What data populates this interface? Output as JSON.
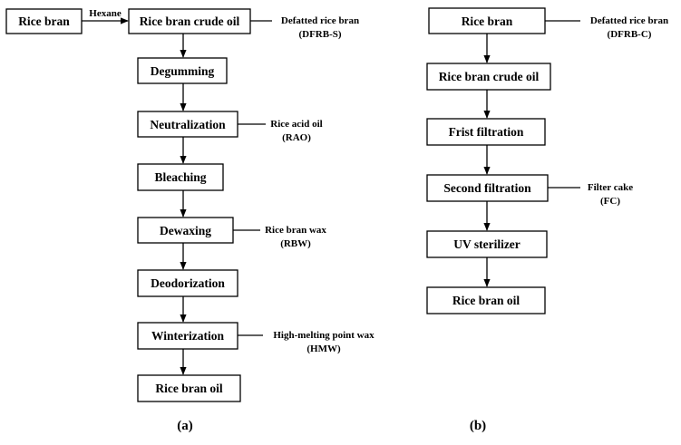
{
  "diagram_a": {
    "caption": "(a)",
    "input": "Rice bran",
    "input_edge_label": "Hexane",
    "steps": [
      "Rice bran crude oil",
      "Degumming",
      "Neutralization",
      "Bleaching",
      "Dewaxing",
      "Deodorization",
      "Winterization",
      "Rice bran oil"
    ],
    "side_outputs": [
      {
        "step": "Rice bran crude oil",
        "lines": [
          "Defatted rice bran",
          "(DFRB-S)"
        ]
      },
      {
        "step": "Neutralization",
        "lines": [
          "Rice acid oil",
          "(RAO)"
        ]
      },
      {
        "step": "Dewaxing",
        "lines": [
          "Rice bran wax",
          "(RBW)"
        ]
      },
      {
        "step": "Winterization",
        "lines": [
          "High-melting point wax",
          "(HMW)"
        ]
      }
    ]
  },
  "diagram_b": {
    "caption": "(b)",
    "steps": [
      "Rice bran",
      "Rice bran crude oil",
      "Frist filtration",
      "Second filtration",
      "UV sterilizer",
      "Rice bran oil"
    ],
    "side_outputs": [
      {
        "step": "Rice bran",
        "lines": [
          "Defatted rice bran",
          "(DFRB-C)"
        ]
      },
      {
        "step": "Second filtration",
        "lines": [
          "Filter cake",
          "(FC)"
        ]
      }
    ]
  }
}
